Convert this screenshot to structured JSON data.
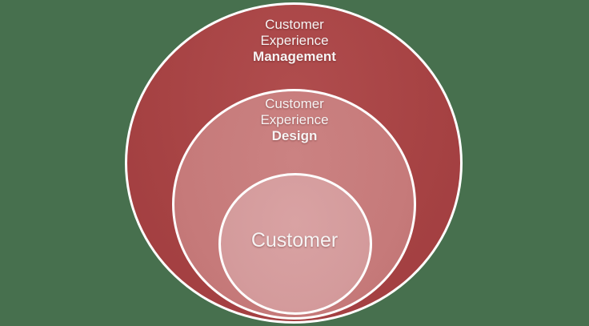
{
  "diagram": {
    "type": "concentric-circles",
    "background_color": "#47704E",
    "border_color": "#FFFFFF",
    "text_color": "#F7F4F4",
    "rings": [
      {
        "id": "outer",
        "fill": "#A74344",
        "line1": "Customer",
        "line2": "Experience",
        "line3": "Management"
      },
      {
        "id": "middle",
        "fill": "#C67A7A",
        "line1": "Customer",
        "line2": "Experience",
        "line3": "Design"
      },
      {
        "id": "inner",
        "fill": "#D49B9C",
        "line1": "Customer"
      }
    ]
  }
}
